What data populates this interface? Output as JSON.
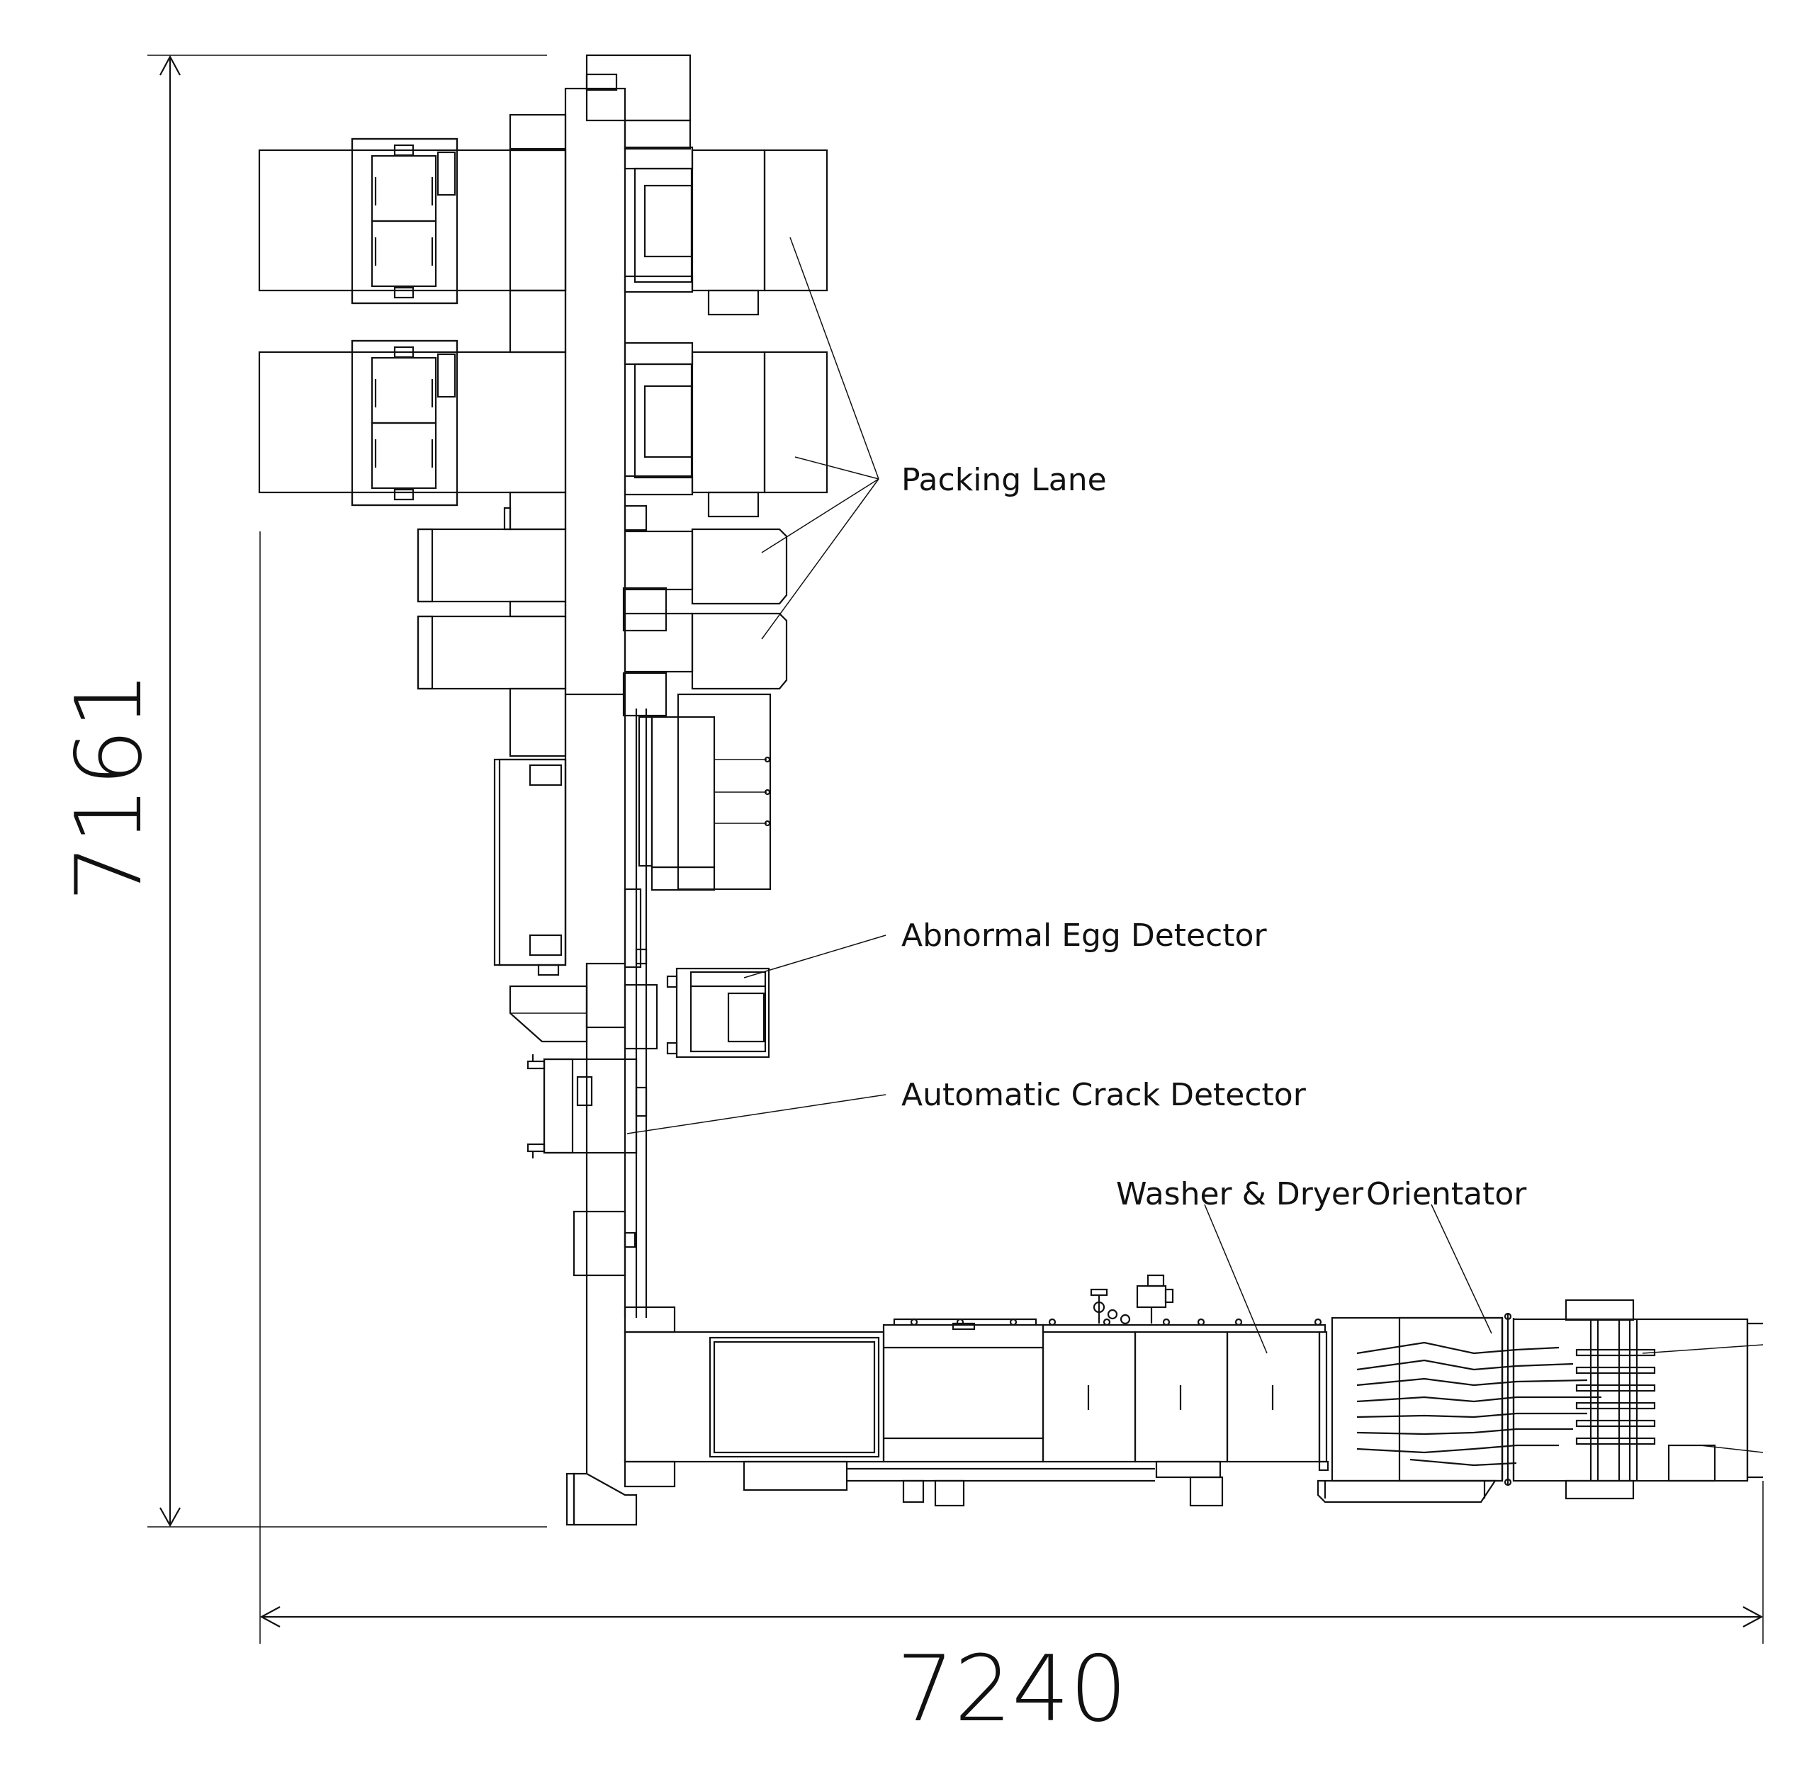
{
  "labels": {
    "packing_lane": "Packing Lane",
    "abnormal_egg_detector": "Abnormal Egg Detector",
    "automatic_crack_detector": "Automatic Crack Detector",
    "washer_dryer": "Washer & Dryer",
    "orientator": "Orientator"
  },
  "dimensions": {
    "height": "7161",
    "width": "7240"
  }
}
